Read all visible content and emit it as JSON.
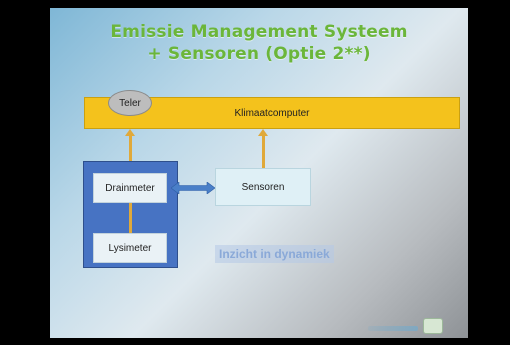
{
  "slide": {
    "title_line1": "Emissie Management Systeem",
    "title_line2": "+ Sensoren (Optie 2**)"
  },
  "diagram": {
    "klimaatcomputer": "Klimaatcomputer",
    "teler": "Teler",
    "drainmeter": "Drainmeter",
    "lysimeter": "Lysimeter",
    "sensoren": "Sensoren",
    "caption": "Inzicht in dynamiek"
  },
  "colors": {
    "title": "#6bb63a",
    "bar": "#f4c21c",
    "blue_box": "#4773c3",
    "connector": "#e0a93a",
    "double_arrow": "#4a7fc8"
  }
}
